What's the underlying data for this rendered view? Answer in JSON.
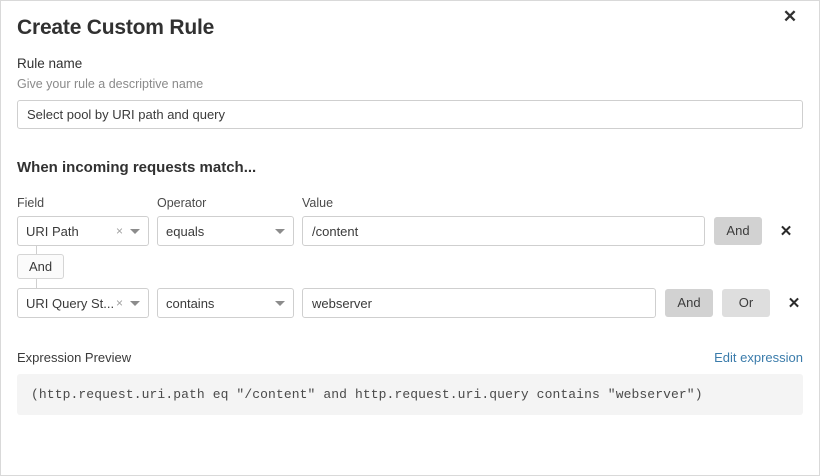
{
  "dialog": {
    "title": "Create Custom Rule",
    "close_icon": "close-icon"
  },
  "rule_name": {
    "label": "Rule name",
    "help": "Give your rule a descriptive name",
    "value": "Select pool by URI path and query",
    "placeholder": "Select pool by URI path and query"
  },
  "match": {
    "heading": "When incoming requests match...",
    "columns": {
      "field": "Field",
      "operator": "Operator",
      "value": "Value"
    },
    "connector": {
      "label": "And"
    },
    "rows": [
      {
        "field": "URI Path",
        "clear_icon": "×",
        "operator": "equals",
        "value": "/content",
        "value_placeholder": "/content",
        "buttons": [
          "And"
        ],
        "delete_icon": "✕"
      },
      {
        "field": "URI Query St...",
        "clear_icon": "×",
        "operator": "contains",
        "value": "webserver",
        "value_placeholder": "webserver",
        "buttons": [
          "And",
          "Or"
        ],
        "delete_icon": "✕"
      }
    ]
  },
  "preview": {
    "title": "Expression Preview",
    "edit_link": "Edit expression",
    "expression": "(http.request.uri.path eq \"/content\" and http.request.uri.query contains \"webserver\")"
  },
  "colors": {
    "accent_link": "#3b7cab",
    "button_active": "#d2d2d2",
    "button_inactive": "#dedede",
    "border": "#cfcfcf",
    "code_bg": "#f4f4f4"
  }
}
